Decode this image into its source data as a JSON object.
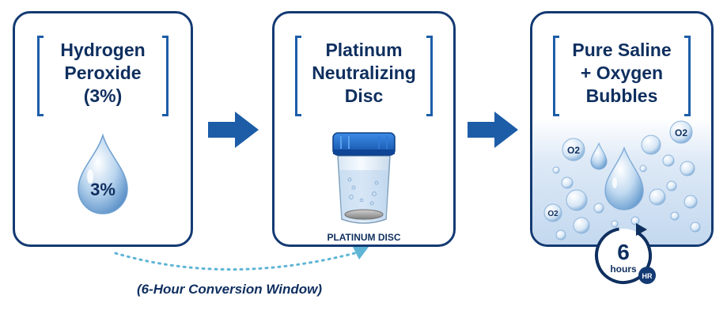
{
  "panels": [
    {
      "id": "hydrogen-peroxide",
      "title_lines": [
        "Hydrogen",
        "Peroxide",
        "(3%)"
      ],
      "drop_label": "3%"
    },
    {
      "id": "platinum-disc",
      "title_lines": [
        "Platinum",
        "Neutralizing",
        "Disc"
      ],
      "disc_label": "PLATINUM DISC"
    },
    {
      "id": "pure-saline",
      "title_lines": [
        "Pure Saline",
        "+ Oxygen",
        "Bubbles"
      ],
      "bubble_labels": [
        "O2",
        "O2",
        "O2"
      ]
    }
  ],
  "timer": {
    "number": "6",
    "unit": "hours",
    "badge": "HR"
  },
  "caption": "(6-Hour Conversion Window)",
  "icons": [
    "droplet-icon",
    "container-icon",
    "bubbles-icon",
    "timer-icon",
    "arrow-right-icon"
  ],
  "colors": {
    "navy": "#143a73",
    "arrow_blue": "#1d5da8",
    "dotted_line": "#5fb5d6",
    "cap_blue": "#1f6fd0"
  }
}
